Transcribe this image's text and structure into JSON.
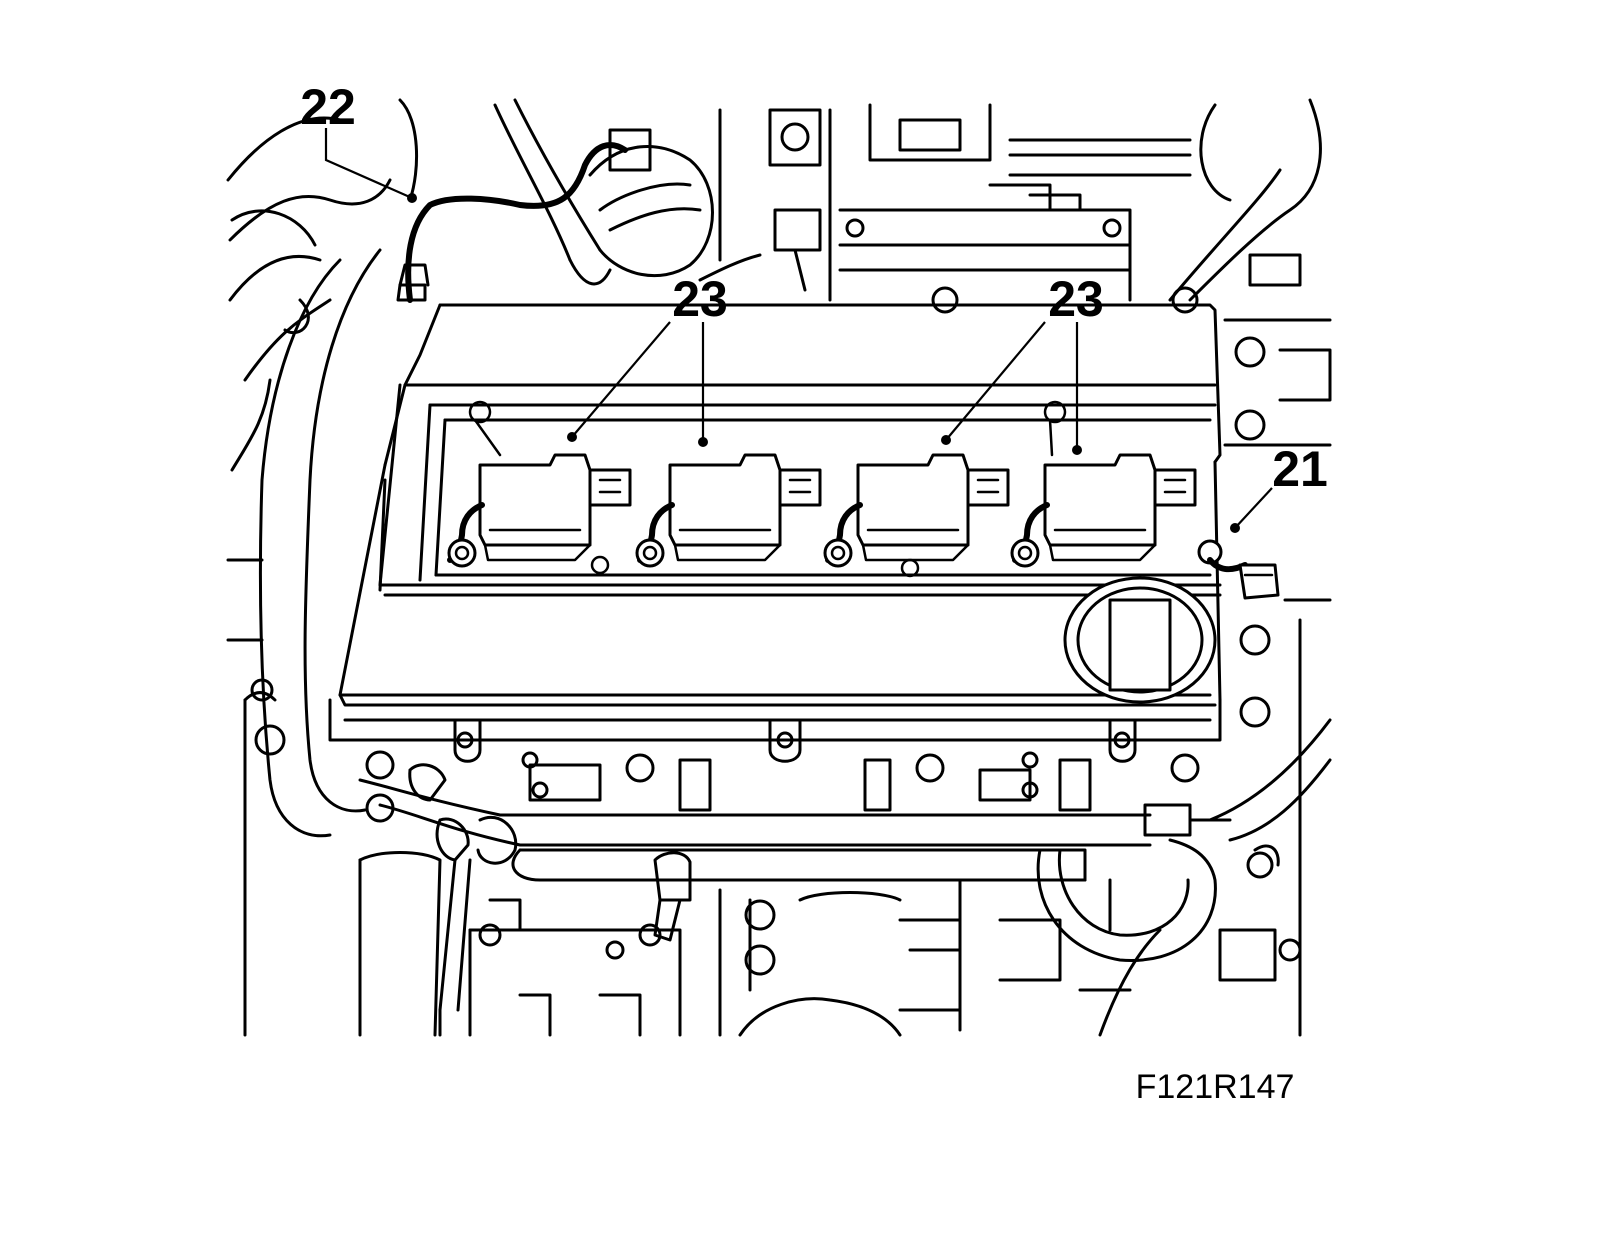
{
  "diagram": {
    "callouts": [
      {
        "id": "c22",
        "label": "22"
      },
      {
        "id": "c23a",
        "label": "23"
      },
      {
        "id": "c23b",
        "label": "23"
      },
      {
        "id": "c21",
        "label": "21"
      }
    ],
    "figure_id": "F121R147"
  }
}
